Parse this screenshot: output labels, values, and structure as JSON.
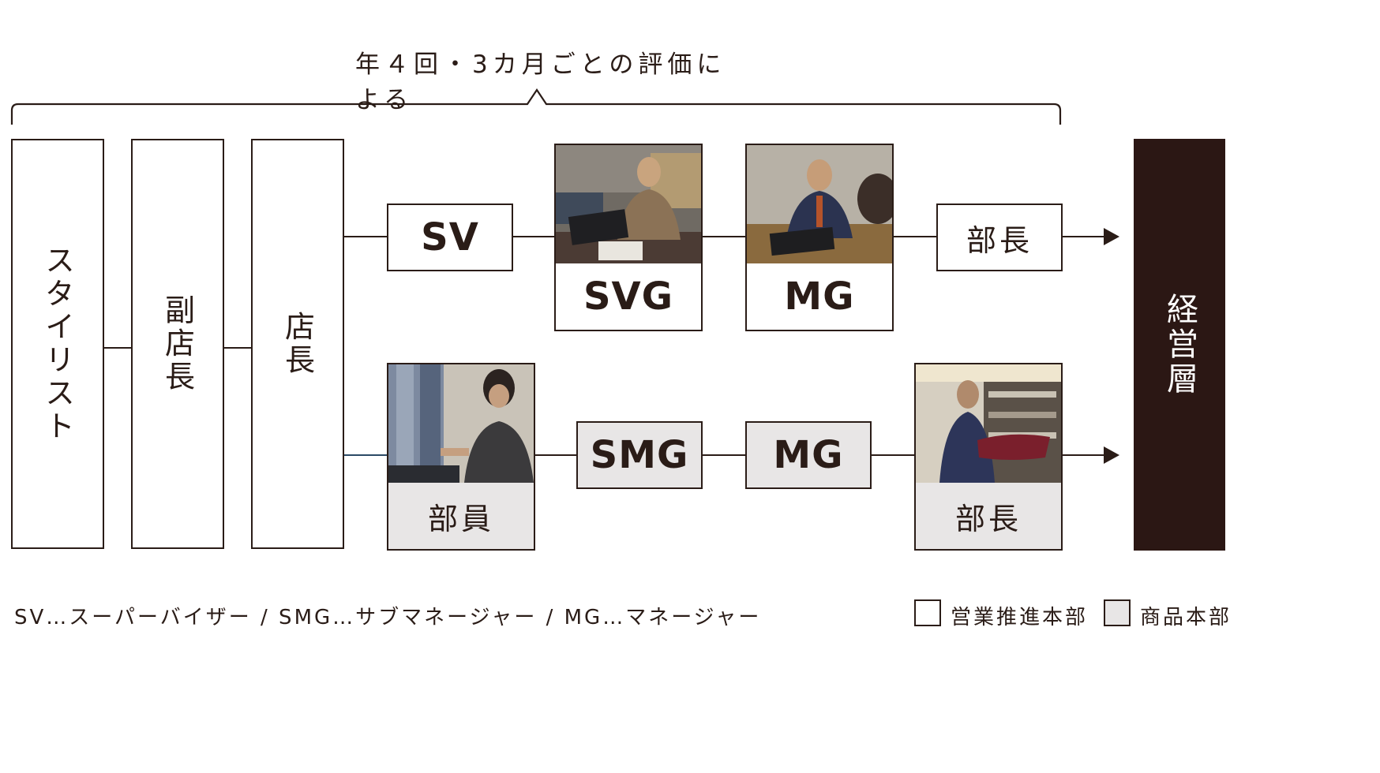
{
  "title": "年４回・3カ月ごとの評価による",
  "left_column": {
    "stylist": "スタイリスト",
    "sub_manager": "副店長",
    "store_manager": "店長"
  },
  "upper_track": {
    "sv": "SV",
    "svg": "SVG",
    "mg": "MG",
    "department_head": "部長"
  },
  "lower_track": {
    "member": "部員",
    "smg": "SMG",
    "mg": "MG",
    "department_head": "部長"
  },
  "executive": "経営層",
  "footnote": "SV…スーパーバイザー / SMG…サブマネージャー / MG…マネージャー",
  "legend": {
    "sales": "営業推進本部",
    "merchandise": "商品本部"
  },
  "colors": {
    "ink": "#2a1c17",
    "executive_bg": "#2b1714",
    "merchandise_fill": "#e8e6e6"
  }
}
